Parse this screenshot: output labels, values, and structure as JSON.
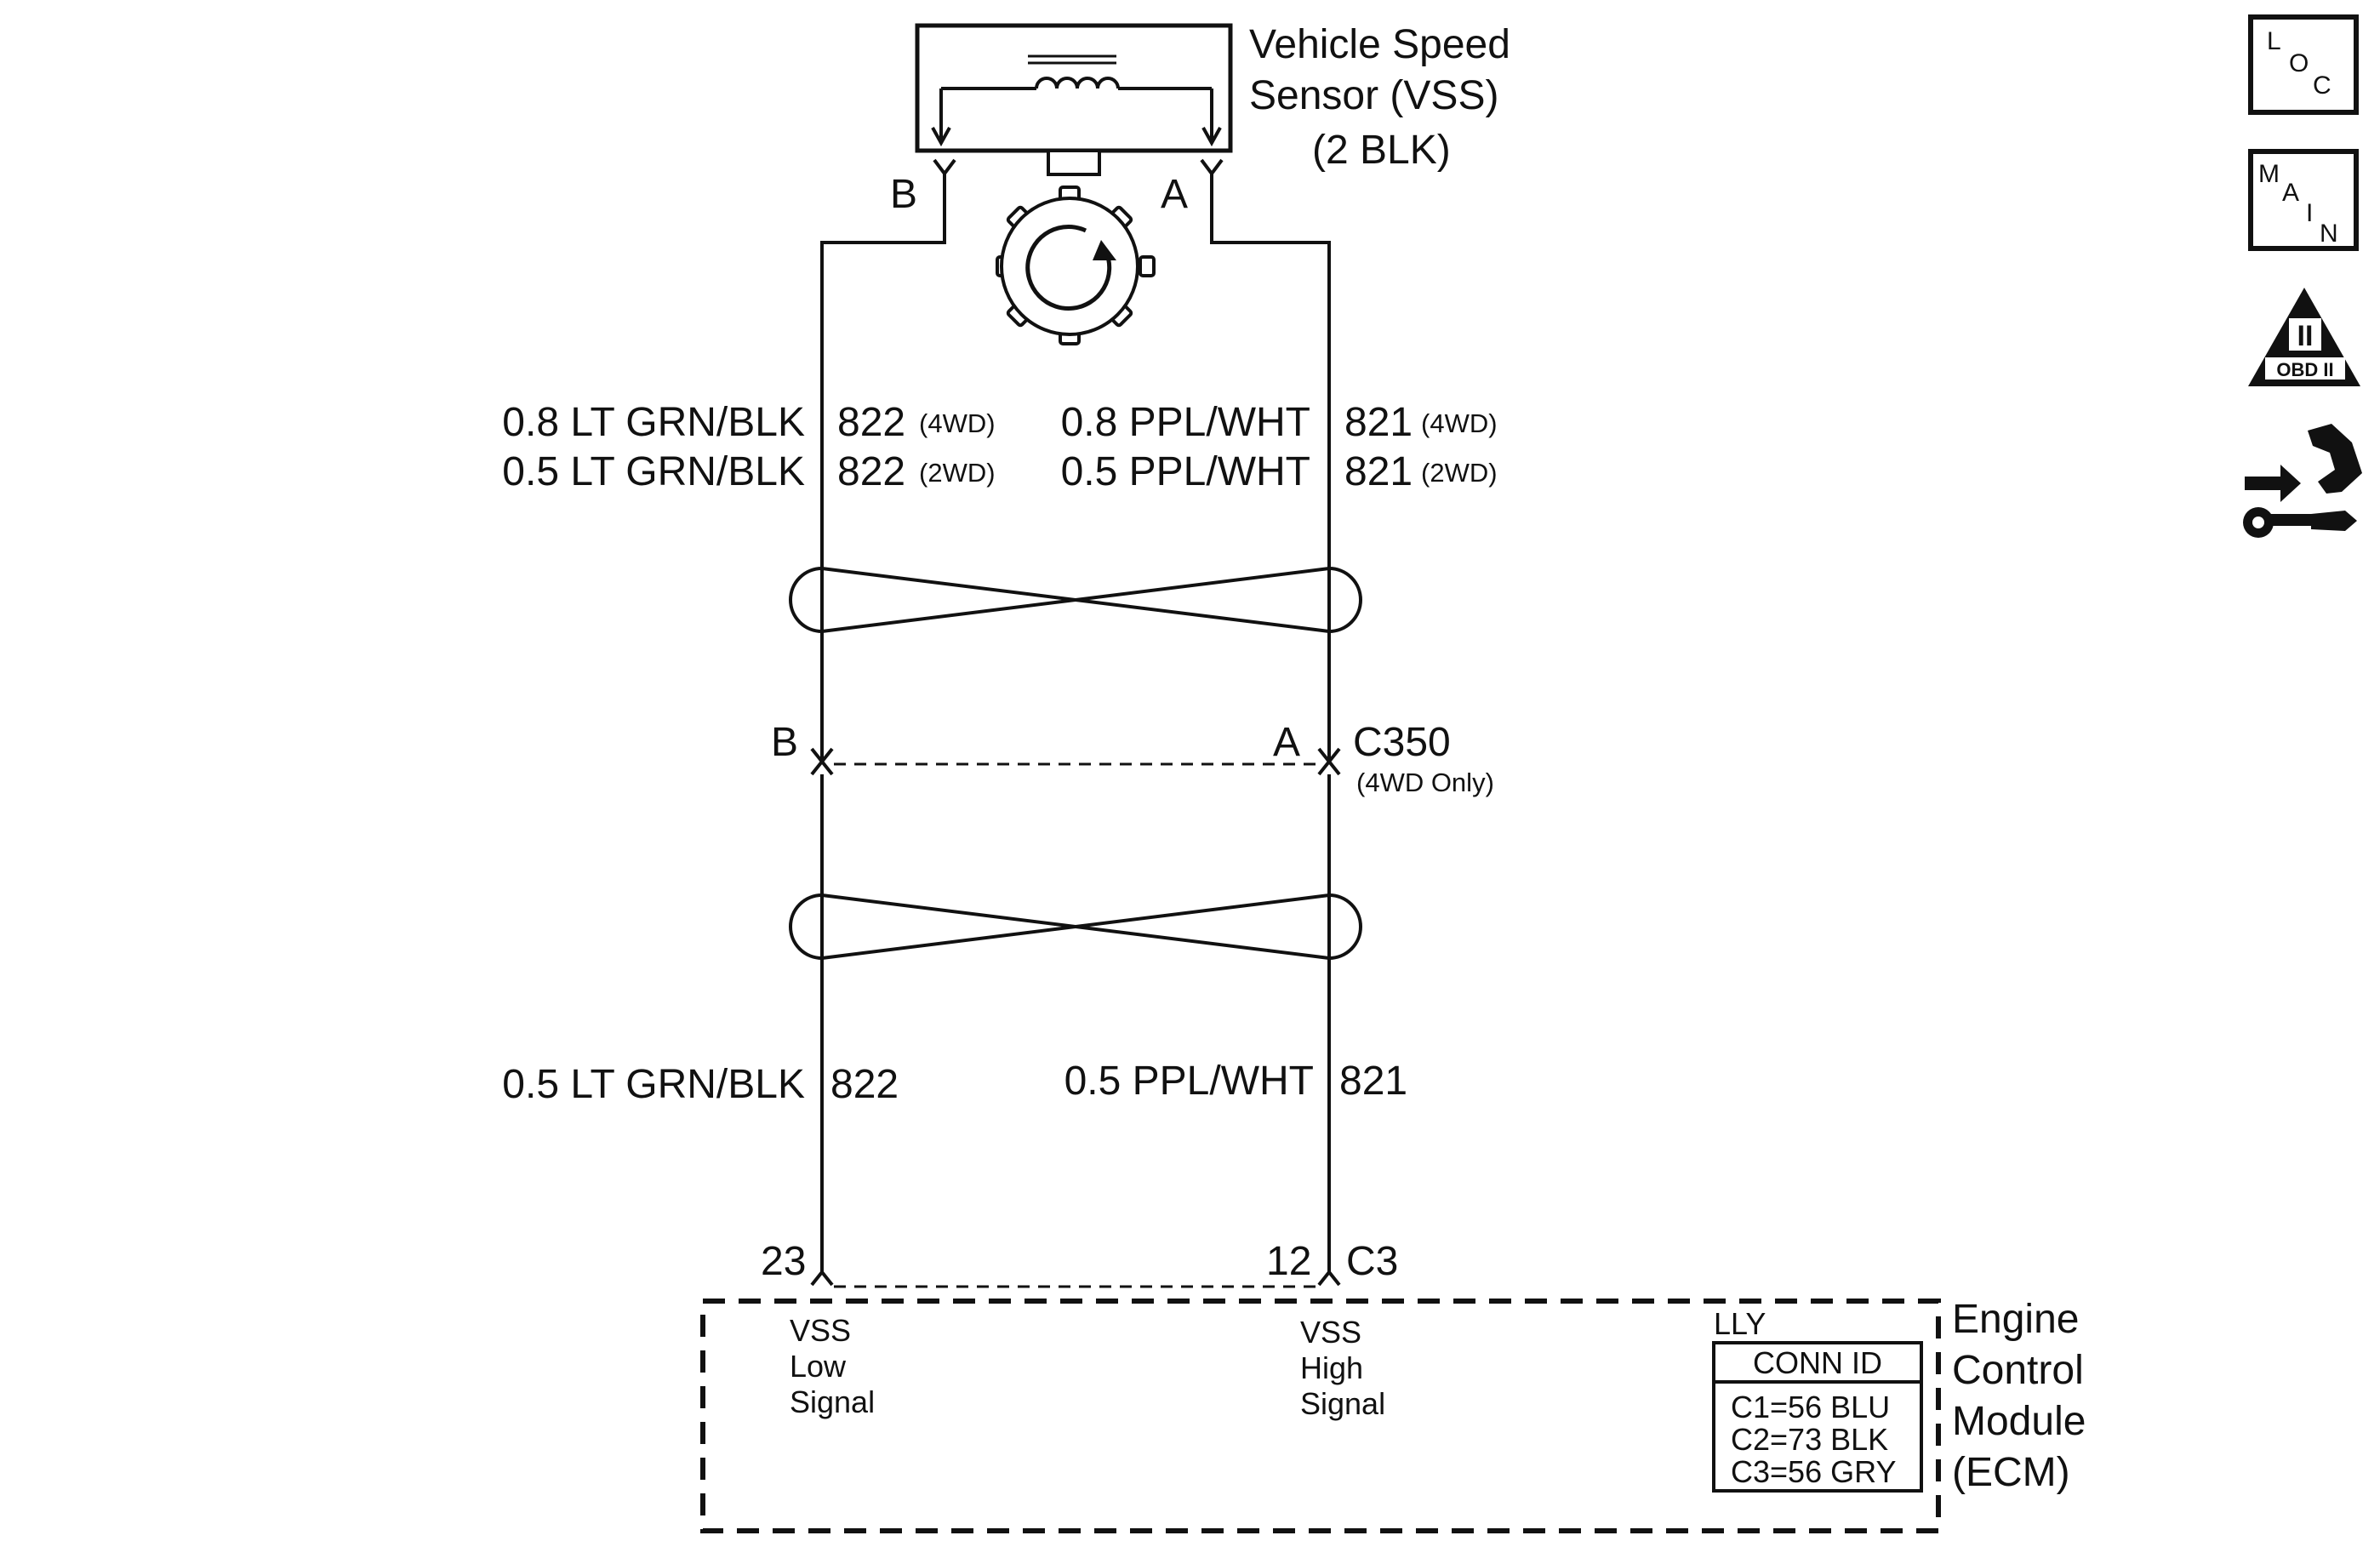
{
  "sensor": {
    "title_line1": "Vehicle Speed",
    "title_line2": "Sensor (VSS)",
    "title_line3": "(2 BLK)",
    "pin_b": "B",
    "pin_a": "A"
  },
  "upper_wires": {
    "left_4wd_color": "0.8 LT GRN/BLK",
    "left_4wd_circuit": "822",
    "left_4wd_variant": "(4WD)",
    "left_2wd_color": "0.5 LT GRN/BLK",
    "left_2wd_circuit": "822",
    "left_2wd_variant": "(2WD)",
    "right_4wd_color": "0.8 PPL/WHT",
    "right_4wd_circuit": "821",
    "right_4wd_variant": "(4WD)",
    "right_2wd_color": "0.5 PPL/WHT",
    "right_2wd_circuit": "821",
    "right_2wd_variant": "(2WD)"
  },
  "connector_c350": {
    "pin_b": "B",
    "pin_a": "A",
    "name": "C350",
    "note": "(4WD Only)"
  },
  "lower_wires": {
    "left_color": "0.5 LT GRN/BLK",
    "left_circuit": "822",
    "right_color": "0.5 PPL/WHT",
    "right_circuit": "821"
  },
  "ecm": {
    "pin_left": "23",
    "pin_right": "12",
    "connector": "C3",
    "left_sig1": "VSS",
    "left_sig2": "Low",
    "left_sig3": "Signal",
    "right_sig1": "VSS",
    "right_sig2": "High",
    "right_sig3": "Signal",
    "engine_code": "LLY",
    "conn_id_header": "CONN ID",
    "conn_c1": "C1=56 BLU",
    "conn_c2": "C2=73 BLK",
    "conn_c3": "C3=56 GRY",
    "title1": "Engine",
    "title2": "Control",
    "title3": "Module",
    "title4": "(ECM)"
  },
  "nav_icons": {
    "loc_l": "L",
    "loc_o": "O",
    "loc_c": "C",
    "main_m": "M",
    "main_a": "A",
    "main_i": "I",
    "main_n": "N",
    "obd_roman": "II",
    "obd_label": "OBD II"
  }
}
